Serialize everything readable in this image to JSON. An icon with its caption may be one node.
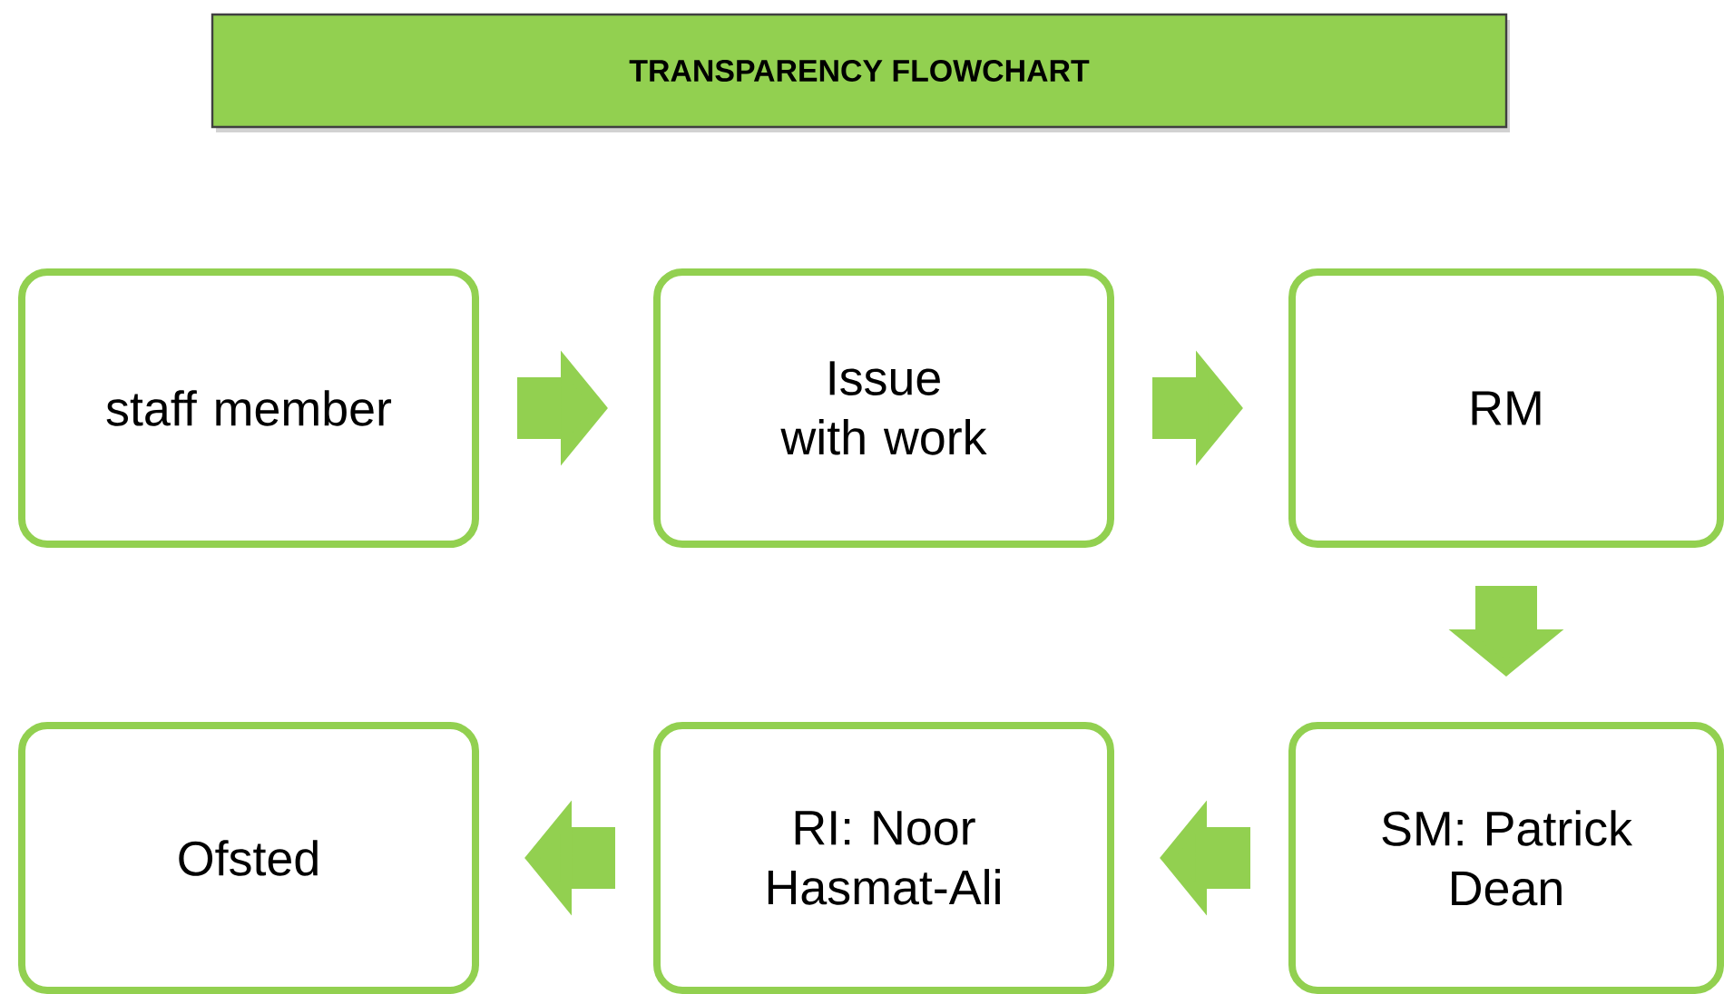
{
  "diagram": {
    "title": "TRANSPARENCY FLOWCHART",
    "nodes": [
      {
        "text": [
          "staff member"
        ]
      },
      {
        "text": [
          "Issue with work"
        ]
      },
      {
        "text": [
          "RM"
        ]
      },
      {
        "text": [
          "Ofsted"
        ]
      },
      {
        "text": [
          "RI: Noor Hasmat-Ali"
        ]
      },
      {
        "text": [
          "SM: Patrick Dean"
        ]
      }
    ],
    "edges": [
      {
        "from": 0,
        "to": 1,
        "arrow": "to"
      },
      {
        "from": 1,
        "to": 2,
        "arrow": "to"
      },
      {
        "from": 2,
        "to": 5,
        "arrow": "to"
      },
      {
        "from": 5,
        "to": 4,
        "arrow": "to"
      },
      {
        "from": 4,
        "to": 3,
        "arrow": "to"
      }
    ]
  }
}
